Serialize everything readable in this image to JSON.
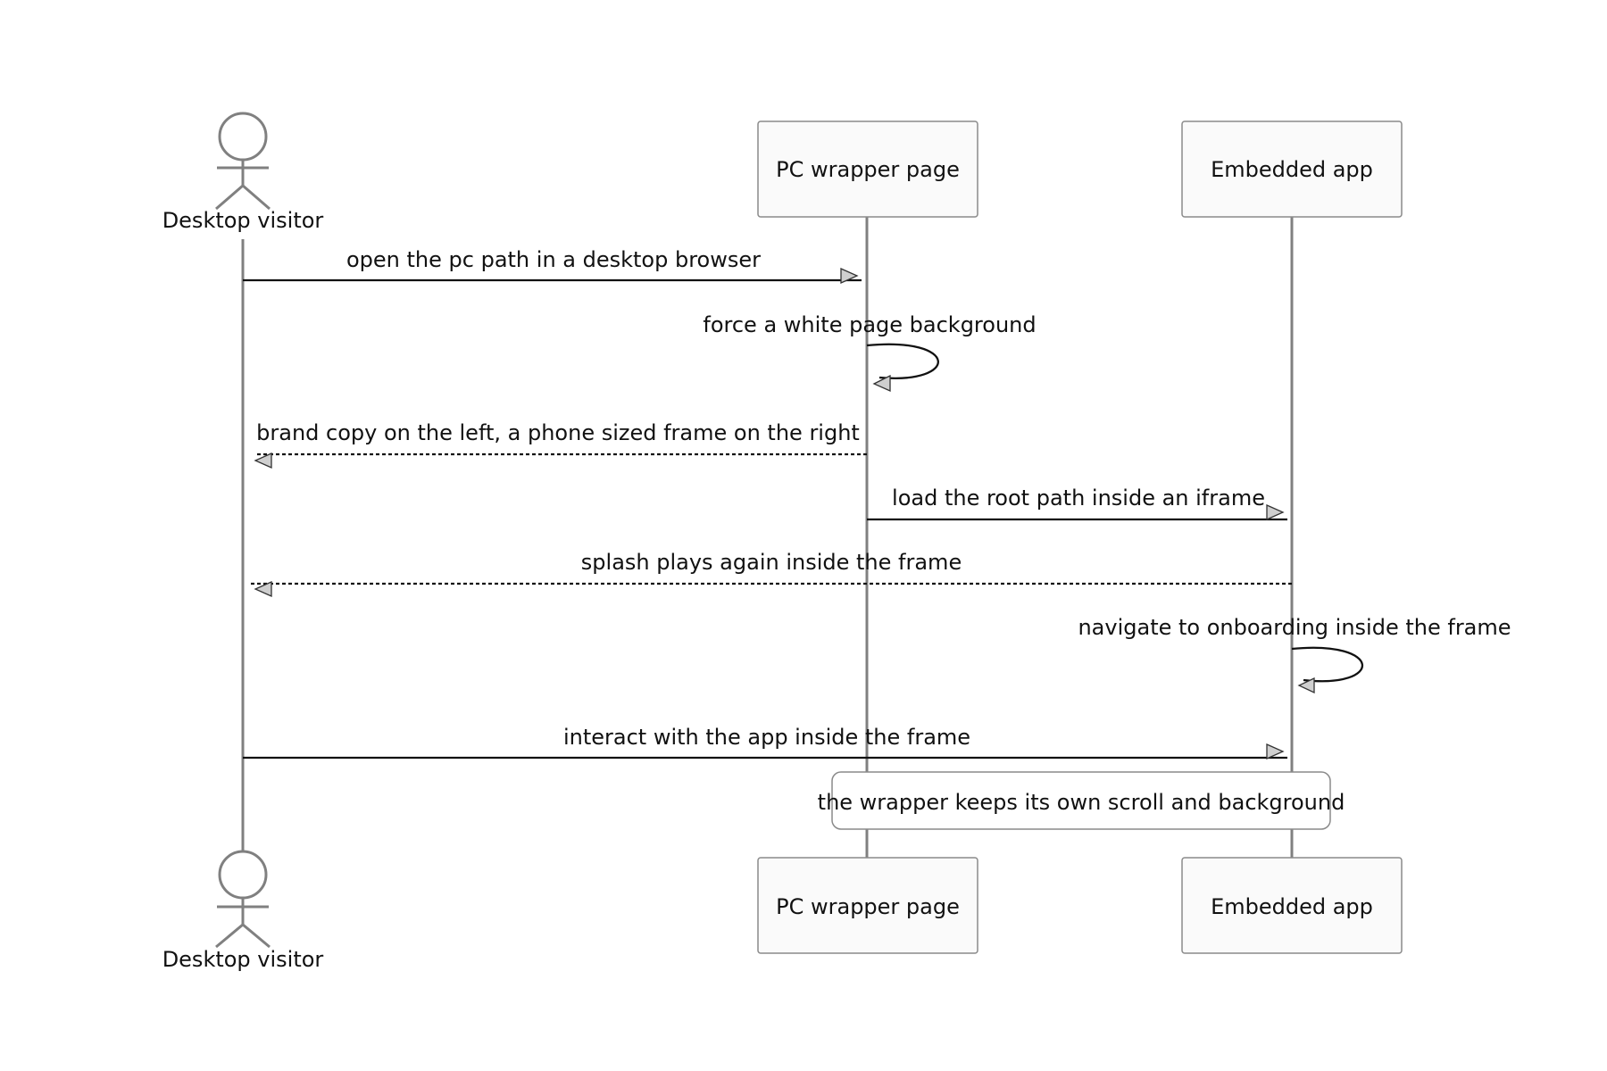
{
  "participants": {
    "visitor": {
      "label": "Desktop visitor",
      "kind": "actor"
    },
    "wrapper": {
      "label": "PC wrapper page",
      "kind": "participant"
    },
    "app": {
      "label": "Embedded app",
      "kind": "participant"
    }
  },
  "messages": [
    {
      "from": "visitor",
      "to": "wrapper",
      "style": "solid",
      "text": "open the pc path in a desktop browser"
    },
    {
      "from": "wrapper",
      "to": "wrapper",
      "style": "solid",
      "text": "force a white page background"
    },
    {
      "from": "wrapper",
      "to": "visitor",
      "style": "dashed",
      "text": "brand copy on the left, a phone sized frame on the right"
    },
    {
      "from": "wrapper",
      "to": "app",
      "style": "solid",
      "text": "load the root path inside an iframe"
    },
    {
      "from": "app",
      "to": "visitor",
      "style": "dashed",
      "text": "splash plays again inside the frame"
    },
    {
      "from": "app",
      "to": "app",
      "style": "solid",
      "text": "navigate to onboarding inside the frame"
    },
    {
      "from": "visitor",
      "to": "app",
      "style": "solid",
      "text": "interact with the app inside the frame"
    }
  ],
  "note": {
    "over": [
      "wrapper",
      "app"
    ],
    "text": "the wrapper keeps its own scroll and background"
  },
  "colors": {
    "lifeline": "#808080",
    "participant_fill": "#fafafa",
    "participant_border": "#8a8a8a",
    "message_line": "#111111",
    "arrowhead_fill": "#cfcfcf",
    "text": "#111111"
  }
}
